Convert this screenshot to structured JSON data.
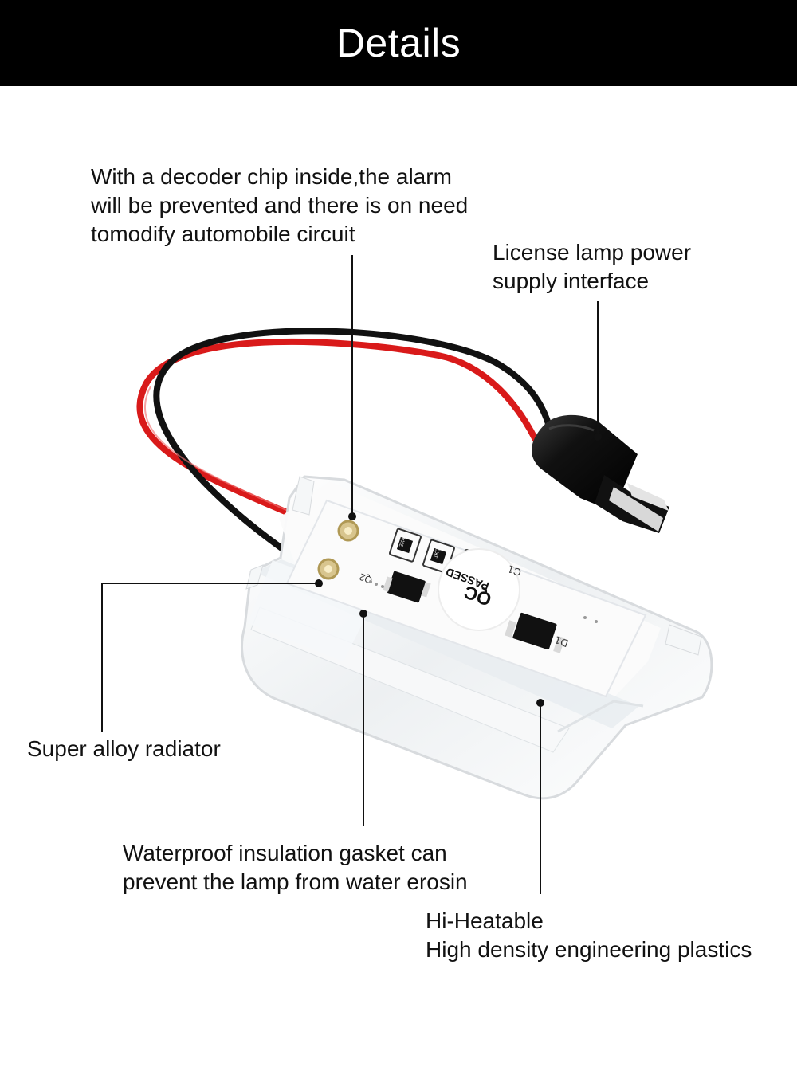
{
  "header": {
    "title": "Details"
  },
  "callouts": {
    "decoder": "With a decoder chip inside,the alarm\nwill be prevented and there is on need\ntomodify automobile circuit",
    "power_interface": "License lamp power\nsupply interface",
    "radiator": "Super alloy radiator",
    "gasket": "Waterproof insulation gasket can\nprevent the lamp from water erosin",
    "plastics": "Hi-Heatable\nHigh density engineering plastics"
  },
  "pcb_labels": {
    "q2": "Q2",
    "d1": "D1",
    "c1": "C1",
    "r1": "2K4",
    "r2": "1K0"
  },
  "qc_sticker": {
    "line1": "QC",
    "line2": "PASSED"
  },
  "colors": {
    "header_bg": "#000000",
    "header_text": "#ffffff",
    "wire_red": "#d91a1a",
    "wire_black": "#111111",
    "housing": "#f1f2f3",
    "pcb": "#fbfbfb"
  }
}
